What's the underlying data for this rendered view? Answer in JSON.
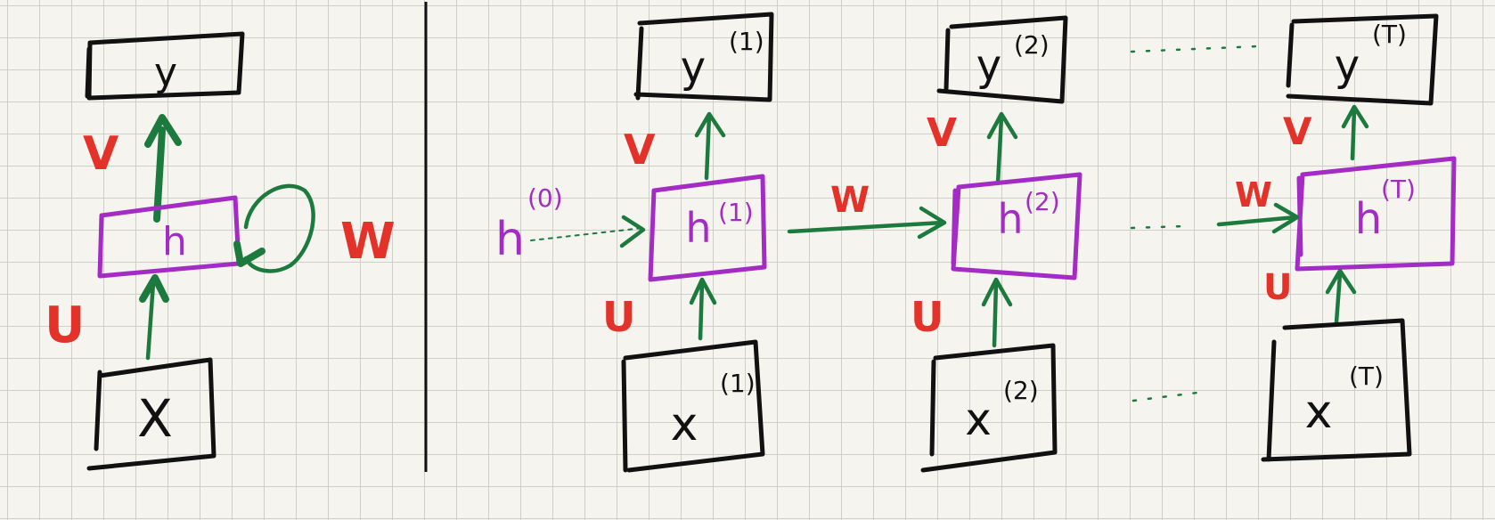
{
  "labels": {
    "folded": {
      "x": "X",
      "h": "h",
      "y": "y",
      "U": "U",
      "V": "V",
      "W": "W"
    },
    "unrolled": {
      "h0_base": "h",
      "h0_sup": "(0)",
      "step1": {
        "x": "x",
        "h": "h",
        "y": "y",
        "sup": "(1)",
        "U": "U",
        "V": "V",
        "W": "W"
      },
      "step2": {
        "x": "x",
        "h": "h",
        "y": "y",
        "sup": "(2)",
        "U": "U",
        "V": "V"
      },
      "stepT": {
        "x": "x",
        "h": "h",
        "y": "y",
        "sup": "(T)",
        "U": "U",
        "V": "V",
        "W": "W"
      }
    }
  },
  "colors": {
    "ink": "#111111",
    "hidden": "#a32cc4",
    "arrow": "#1d7a3e",
    "weight": "#e2322a",
    "grid": "#cfcfca",
    "paper": "#f6f4ee"
  }
}
